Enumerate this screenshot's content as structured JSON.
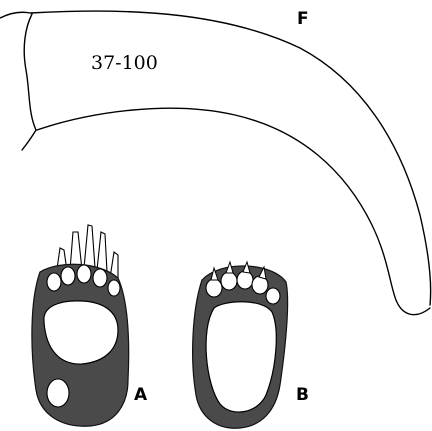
{
  "labels": {
    "f": "F",
    "range": "37-100",
    "a": "A",
    "b": "B"
  }
}
